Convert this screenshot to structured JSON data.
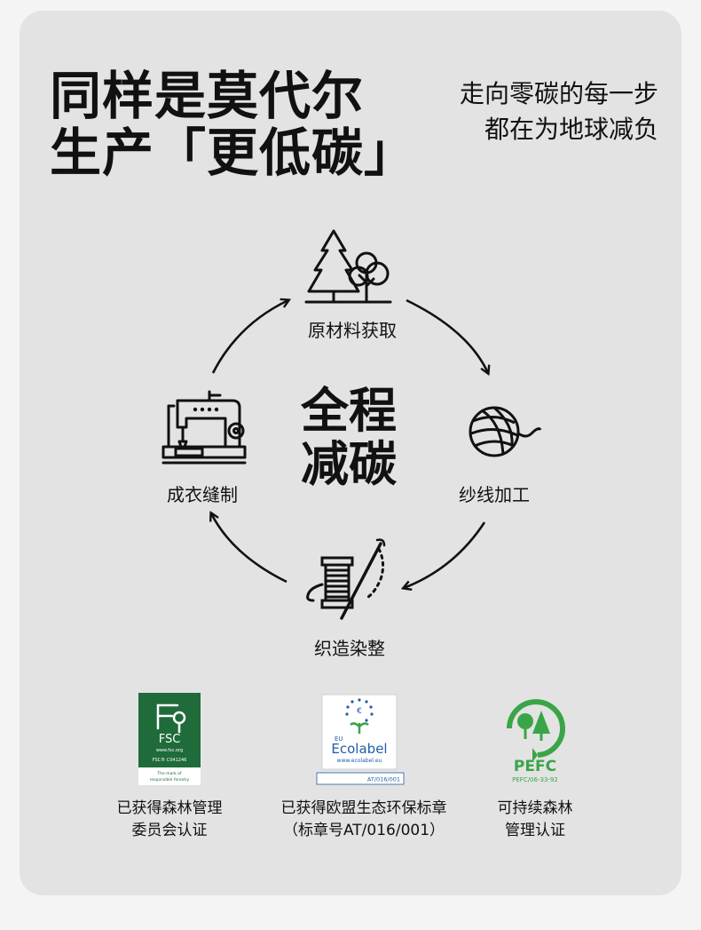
{
  "headline": {
    "line1": "同样是莫代尔",
    "line2": "生产「更低碳」"
  },
  "tagline": {
    "line1": "走向零碳的每一步",
    "line2": "都在为地球减负"
  },
  "cycle": {
    "center_line1": "全程",
    "center_line2": "减碳",
    "steps": [
      {
        "label": "原材料获取",
        "icon": "tree-icon"
      },
      {
        "label": "纱线加工",
        "icon": "yarn-ball-icon"
      },
      {
        "label": "织造染整",
        "icon": "thread-spool-needle-icon"
      },
      {
        "label": "成衣缝制",
        "icon": "sewing-machine-icon"
      }
    ]
  },
  "certifications": [
    {
      "logo_text": [
        "FSC",
        "www.fsc.org",
        "FSC® C041246",
        "The mark of",
        "responsible forestry"
      ],
      "label_line1": "已获得森林管理",
      "label_line2": "委员会认证",
      "color": "#1f6b3a"
    },
    {
      "logo_text": [
        "EU",
        "Ecolabel",
        "www.ecolabel.eu",
        "AT/016/001"
      ],
      "label_line1": "已获得欧盟生态环保标章",
      "label_line2": "（标章号AT/016/001）",
      "color": "#1f5ea8"
    },
    {
      "logo_text": [
        "PEFC",
        "PEFC/06-33-92"
      ],
      "label_line1": "可持续森林",
      "label_line2": "管理认证",
      "color": "#3aa548"
    }
  ],
  "colors": {
    "background": "#f4f4f4",
    "card": "#e3e3e3",
    "text": "#111111"
  }
}
